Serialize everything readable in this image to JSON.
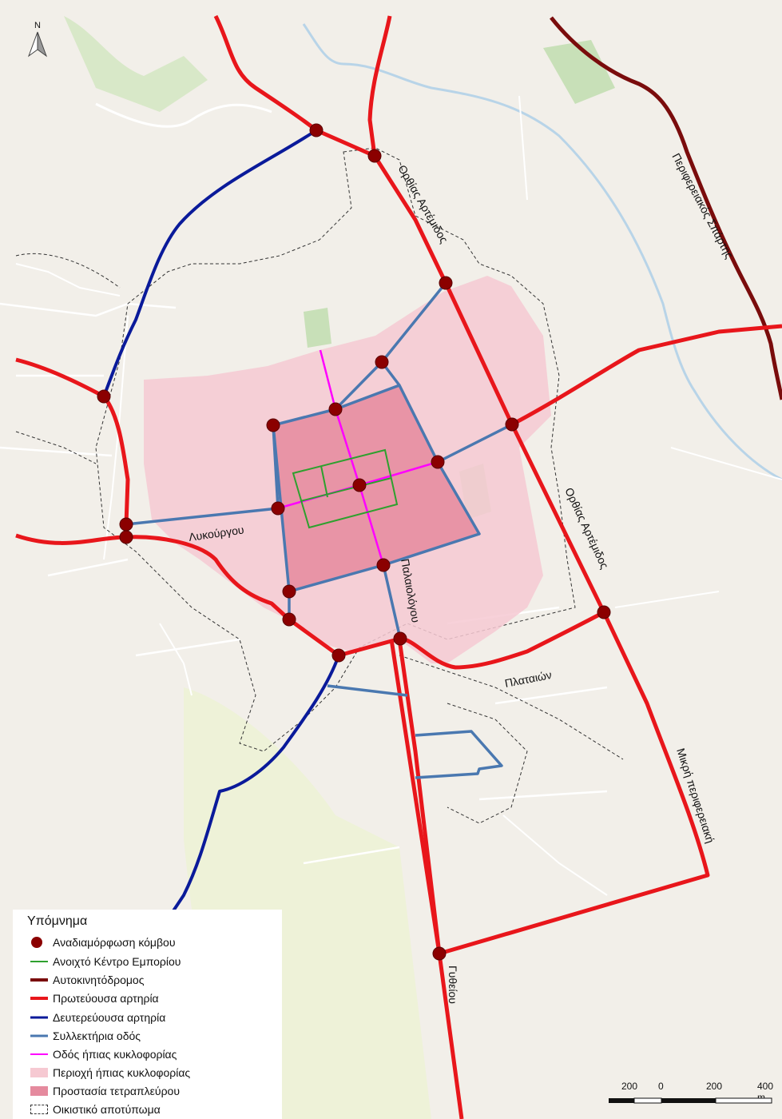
{
  "legend": {
    "title": "Υπόμνημα",
    "items": [
      {
        "label": "Αναδιαμόρφωση κόμβου",
        "symbol": "dot",
        "color": "#8b0000"
      },
      {
        "label": "Ανοιχτό Κέντρο Εμπορίου",
        "symbol": "line",
        "color": "#2ea02e"
      },
      {
        "label": "Αυτοκινητόδρομος",
        "symbol": "line",
        "color": "#7a0c0c"
      },
      {
        "label": "Πρωτεύουσα αρτηρία",
        "symbol": "line",
        "color": "#e8161b"
      },
      {
        "label": "Δευτερεύουσα αρτηρία",
        "symbol": "line",
        "color": "#0a1a9a"
      },
      {
        "label": "Συλλεκτήρια οδός",
        "symbol": "line",
        "color": "#4a78b0"
      },
      {
        "label": "Οδός ήπιας κυκλοφορίας",
        "symbol": "line",
        "color": "#ff00ff"
      },
      {
        "label": "Περιοχή ήπιας κυκλοφορίας",
        "symbol": "box",
        "color": "#f6c9d2"
      },
      {
        "label": "Προστασία τετραπλεύρου",
        "symbol": "box",
        "color": "#e58a9e"
      },
      {
        "label": "Οικιστικό αποτύπωμα",
        "symbol": "dashbox",
        "color": "#333333"
      }
    ]
  },
  "street_labels": {
    "orthias_top": "Ορθίας Αρτέμιδος",
    "orthias_right": "Ορθίας Αρτέμιδος",
    "periferiakos": "Περιφερειακός Σπάρτης",
    "lykourgou": "Λυκούργου",
    "palaiologou": "Παλαιολόγου",
    "plataion": "Πλαταιών",
    "mikri": "Μικρή περιφερειακή",
    "gytheiou": "Γυθείου"
  },
  "north_arrow": {
    "label": "N"
  },
  "scale": {
    "labels": [
      "200",
      "0",
      "200",
      "400 m"
    ]
  },
  "colors": {
    "node": "#8b0000",
    "primary": "#e8161b",
    "motorway": "#7a0c0c",
    "secondary": "#0a1a9a",
    "collector": "#4a78b0",
    "calm_street": "#ff00ff",
    "commerce": "#2ea02e",
    "calm_area": "#f6c9d2",
    "square_protection": "#e58a9e"
  }
}
